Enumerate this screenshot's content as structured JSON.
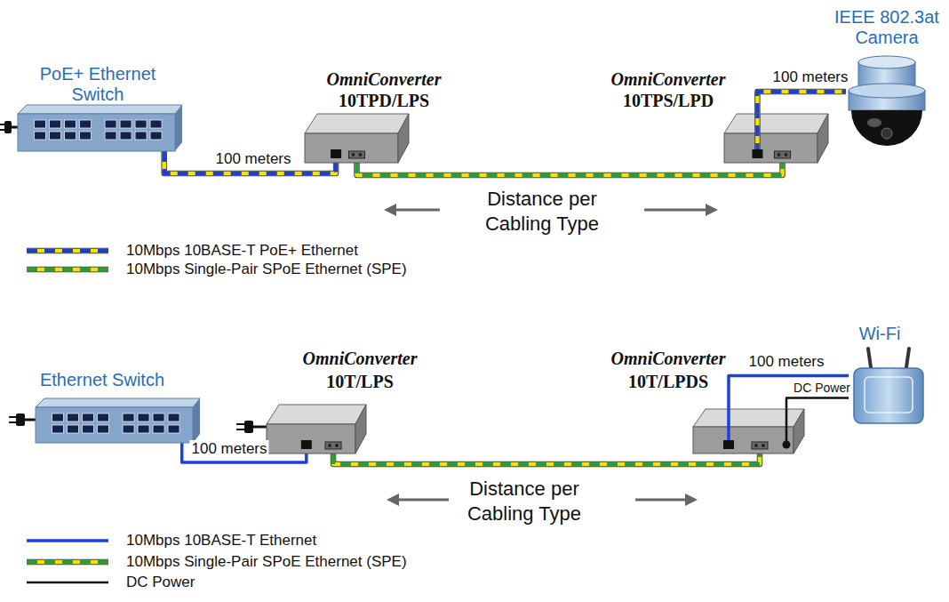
{
  "diagram": {
    "nodes": [
      {
        "text": [
          "PoE+ Ethernet Switch"
        ]
      },
      {
        "text": [
          "OmniConverter",
          "10TPD/LPS"
        ]
      },
      {
        "text": [
          "OmniConverter",
          "10TPS/LPD"
        ]
      },
      {
        "text": [
          "IEEE 802.3at Camera"
        ]
      },
      {
        "text": [
          "Ethernet Switch"
        ]
      },
      {
        "text": [
          "OmniConverter",
          "10T/LPS"
        ]
      },
      {
        "text": [
          "OmniConverter",
          "10T/LPDS"
        ]
      },
      {
        "text": [
          "Wi-Fi"
        ]
      }
    ],
    "edges": [
      {
        "from": 0,
        "to": 1,
        "arrow": "none",
        "label": "100 meters"
      },
      {
        "from": 1,
        "to": 2,
        "arrow": "none"
      },
      {
        "from": 2,
        "to": 3,
        "arrow": "none",
        "label": "100 meters"
      },
      {
        "from": 4,
        "to": 5,
        "arrow": "none",
        "label": "100 meters"
      },
      {
        "from": 5,
        "to": 6,
        "arrow": "none"
      },
      {
        "from": 6,
        "to": 7,
        "arrow": "none",
        "label": "100 meters"
      },
      {
        "from": 6,
        "to": 7,
        "arrow": "none",
        "label": "DC Power"
      }
    ],
    "labels": [
      "Distance per Cabling Type",
      "Distance per Cabling Type"
    ],
    "legend": [
      {
        "text": "10Mbps 10BASE-T PoE+ Ethernet"
      },
      {
        "text": "10Mbps Single-Pair SPoE Ethernet (SPE)"
      },
      {
        "text": "10Mbps 10BASE-T Ethernet"
      },
      {
        "text": "10Mbps Single-Pair SPoE Ethernet (SPE)"
      },
      {
        "text": "DC Power"
      }
    ]
  }
}
